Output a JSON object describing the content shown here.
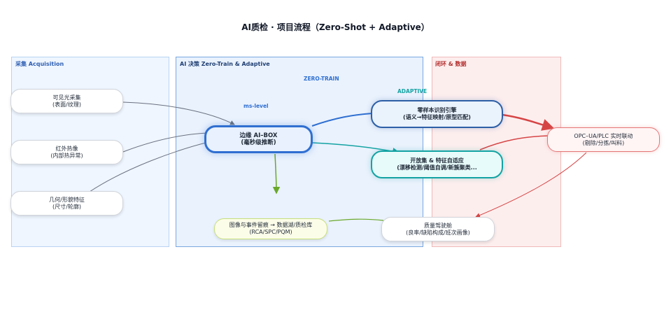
{
  "title": "AI质检 · 项目流程（Zero-Shot + Adaptive）",
  "lanes": {
    "acquisition": "采集 Acquisition",
    "ai": "AI 决策 Zero-Train & Adaptive",
    "closed_loop": "闭环 & 数据"
  },
  "tags": {
    "zero_train": "ZERO-TRAIN",
    "adaptive": "ADAPTIVE",
    "ms_level": "ms-level"
  },
  "nodes": {
    "visible": {
      "line1": "可见光采集",
      "line2": "(表面/纹理)"
    },
    "infrared": {
      "line1": "红外热像",
      "line2": "(内部热异常)"
    },
    "geometry": {
      "line1": "几何/形貌特征",
      "line2": "(尺寸/轮廓)"
    },
    "edge_box": {
      "line1": "边缘 AI–BOX",
      "line2": "(毫秒级推断)"
    },
    "zero_shot": {
      "line1": "零样本识别引擎",
      "line2": "(语义→特征映射/原型匹配)"
    },
    "open_set": {
      "line1": "开放集 & 特征自适应",
      "line2": "(漂移检测/阈值自调/新簇聚类..."
    },
    "opc": {
      "line1": "OPC–UA/PLC 实时联动",
      "line2": "(剔除/分拣/叫料)"
    },
    "store": {
      "line1": "图像与事件留痕 → 数据湖/质检库",
      "line2": "(RCA/SPC/PQM)"
    },
    "dashboard": {
      "line1": "质量驾驶舱",
      "line2": "(良率/缺陷构成/班次画像)"
    }
  },
  "colors": {
    "lane_acq_text": "#2f5fb3",
    "lane_ai_text": "#1f3f73",
    "lane_cl_text": "#b32d2d",
    "zero_train_tag": "#2f6fd1",
    "adaptive_tag": "#14a3a3",
    "ms_tag": "#2f6fd1"
  }
}
